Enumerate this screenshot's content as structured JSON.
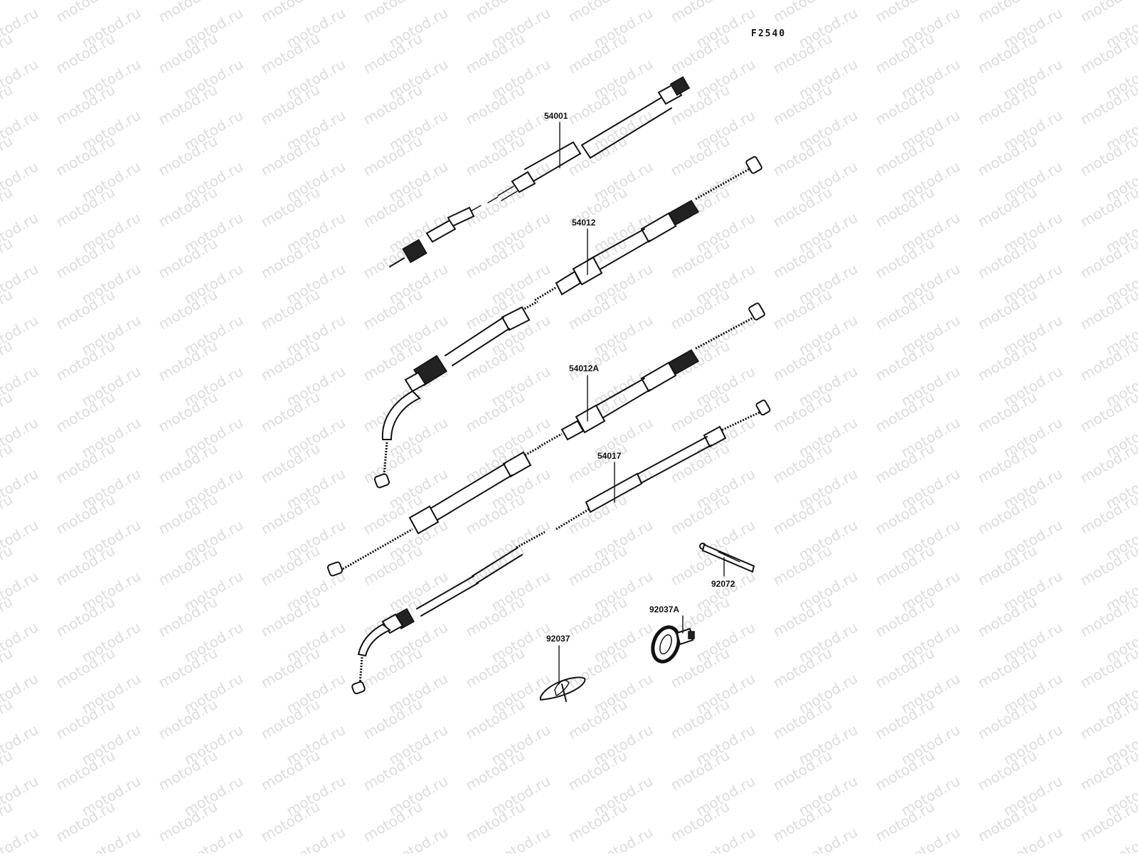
{
  "watermark_text": "motod.ru",
  "diagram_code": "F2540",
  "parts": [
    {
      "id": "p54001",
      "number": "54001"
    },
    {
      "id": "p54012",
      "number": "54012"
    },
    {
      "id": "p54012A",
      "number": "54012A"
    },
    {
      "id": "p54017",
      "number": "54017"
    },
    {
      "id": "p92072",
      "number": "92072"
    },
    {
      "id": "p92037A",
      "number": "92037A"
    },
    {
      "id": "p92037",
      "number": "92037"
    }
  ]
}
